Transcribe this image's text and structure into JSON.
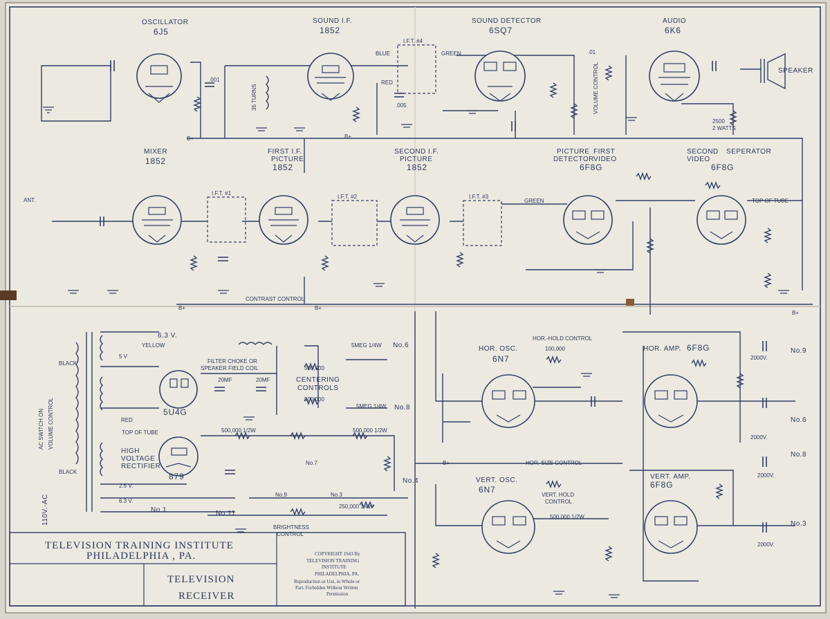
{
  "stages": {
    "oscillator": {
      "name": "OSCILLATOR",
      "tube": "6J5"
    },
    "sound_if": {
      "name": "SOUND I.F.",
      "tube": "1852"
    },
    "sound_detector": {
      "name": "SOUND DETECTOR",
      "tube": "6SQ7"
    },
    "audio": {
      "name": "AUDIO",
      "tube": "6K6"
    },
    "mixer": {
      "name": "MIXER",
      "tube": "1852"
    },
    "first_if": {
      "name": "FIRST I.F.",
      "sub": "PICTURE",
      "tube": "1852"
    },
    "second_if": {
      "name": "SECOND I.F.",
      "sub": "PICTURE",
      "tube": "1852"
    },
    "picture_detector": {
      "name": "PICTURE",
      "sub": "DETECTOR",
      "tube": "6F8G"
    },
    "first_video": {
      "name": "FIRST",
      "sub": "VIDEO"
    },
    "second_video": {
      "name": "SECOND",
      "sub": "VIDEO",
      "tube": "6F8G"
    },
    "separator": {
      "name": "SEPERATOR"
    },
    "rectifier": {
      "tube": "5U4G"
    },
    "hv_rectifier": {
      "name1": "HIGH",
      "name2": "VOLTAGE",
      "name3": "RECTIFIER",
      "tube": "879"
    },
    "hor_osc": {
      "name": "HOR. OSC.",
      "tube": "6N7"
    },
    "hor_amp": {
      "name": "HOR. AMP.",
      "tube": "6F8G"
    },
    "vert_osc": {
      "name": "VERT. OSC.",
      "tube": "6N7"
    },
    "vert_amp": {
      "name": "VERT. AMP.",
      "tube": "6F8G"
    }
  },
  "labels": {
    "speaker": "SPEAKER",
    "ift4": "I.F.T. #4",
    "ift1": "I.F.T. #1",
    "ift2": "I.F.T. #2",
    "ift3": "I.F.T. #3",
    "blue": "BLUE",
    "green": "GREEN",
    "red": "RED",
    "black": "BLACK",
    "yellow": "YELLOW",
    "ant": "ANT.",
    "top_of_tube": "TOP OF TUBE",
    "v63": "6.3 V.",
    "v5": "5 V",
    "v25": "2.5 V.",
    "no1": "No.1",
    "no3": "No.3",
    "no4": "No.4",
    "no6": "No.6",
    "no7": "No.7",
    "no8": "No.8",
    "no9": "No.9",
    "no11": "No.11",
    "filter_choke": "FILTER CHOKE OR",
    "speaker_field": "SPEAKER FIELD COIL",
    "centering": "CENTERING",
    "controls": "CONTROLS",
    "hor_hold": "HOR.-HOLD CONTROL",
    "hor_size": "HOR. SIZE CONTROL",
    "vert_hold1": "VERT. HOLD",
    "vert_hold2": "CONTROL",
    "contrast": "CONTRAST CONTROL",
    "brightness1": "BRIGHTNESS",
    "brightness2": "CONTROL",
    "volume_control": "VOLUME CONTROL",
    "ac_switch1": "AC SWITCH ON",
    "ac_switch2": "VOLUME CONTROL",
    "ac_line": "110V.-AC",
    "bplus": "B+",
    "v2000": "2000V.",
    "r500k": "500,000",
    "r5meg": "5MEG 1/4W",
    "r500k_half": "500,000 1/2W",
    "r100k": "100,000",
    "r250k": "250,000 1/4W",
    "c20mf": "20MF",
    "c005": ".005",
    "c01": ".01",
    "c001": ".001",
    "two_watts": "2 WATTS",
    "r2500": "2500",
    "turns": "35 TURNS"
  },
  "title_block": {
    "institute": "TELEVISION TRAINING INSTITUTE",
    "city": "PHILADELPHIA , PA.",
    "drawing1": "TELEVISION",
    "drawing2": "RECEIVER",
    "copyright1": "COPYRIGHT 1943 By",
    "copyright2": "TELEVISION TRAINING",
    "copyright3": "INSTITUTE",
    "copyright4": "PHILADELPHIA, PA.",
    "notice1": "Reproduction or Use, in Whole or",
    "notice2": "Part, Forbidden Without Written",
    "notice3": "Permission"
  },
  "colors": {
    "paper": "#ece9e1",
    "ink": "#2f3f66"
  }
}
